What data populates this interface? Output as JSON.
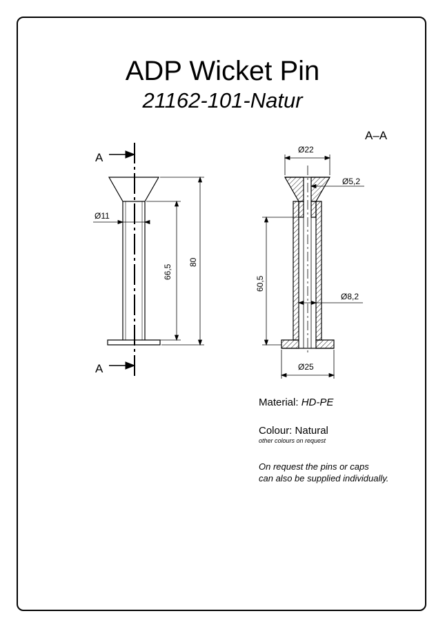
{
  "title": "ADP Wicket Pin",
  "subtitle": "21162-101-Natur",
  "section": {
    "marker": "A",
    "label": "A–A"
  },
  "dimensions": {
    "left_diameter": "Ø11",
    "left_inner_length": "66,5",
    "left_total_length": "80",
    "right_top_diameter": "Ø22",
    "right_bore_diameter": "Ø5,2",
    "right_length": "60,5",
    "right_shaft_diameter": "Ø8,2",
    "right_base_diameter": "Ø25"
  },
  "info": {
    "material_label": "Material:",
    "material_value": "HD-PE",
    "colour_label": "Colour:",
    "colour_value": "Natural",
    "colour_note": "other colours on request",
    "note_line1": "On request the pins or caps",
    "note_line2": "can also be supplied individually."
  }
}
